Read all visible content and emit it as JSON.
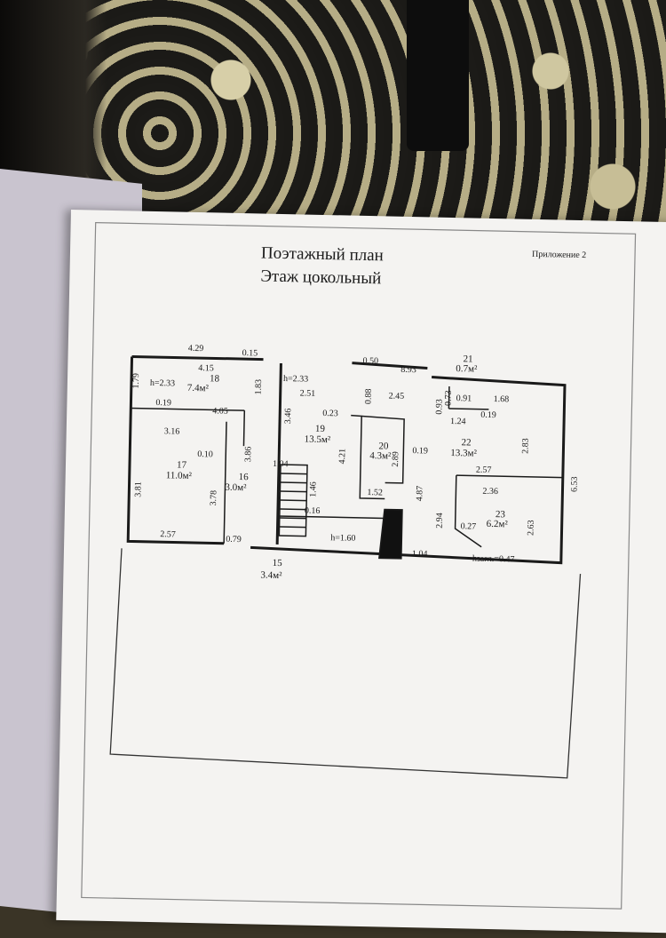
{
  "header": {
    "title_line1": "Поэтажный план",
    "title_line2": "Этаж цокольный",
    "appendix": "Приложение 2"
  },
  "rooms": [
    {
      "id": "room-18",
      "number": "18",
      "area": "7.4м²"
    },
    {
      "id": "room-17",
      "number": "17",
      "area": "11.0м²"
    },
    {
      "id": "room-16",
      "number": "16",
      "area": "3.0м²"
    },
    {
      "id": "room-19",
      "number": "19",
      "area": "13.5м²"
    },
    {
      "id": "room-20",
      "number": "20",
      "area": "4.3м²"
    },
    {
      "id": "room-21",
      "number": "21",
      "area": "0.7м²"
    },
    {
      "id": "room-22",
      "number": "22",
      "area": "13.3м²"
    },
    {
      "id": "room-23",
      "number": "23",
      "area": "6.2м²"
    },
    {
      "id": "room-15",
      "number": "15",
      "area": "3.4м²"
    }
  ],
  "dimensions": {
    "d429": "4.29",
    "d415": "4.15",
    "d015": "0.15",
    "h233a": "h=2.33",
    "d179": "1.79",
    "d183": "1.83",
    "d019a": "0.19",
    "d405": "4.05",
    "d316": "3.16",
    "d010": "0.10",
    "d386": "3.86",
    "d381": "3.81",
    "d378": "3.78",
    "d257a": "2.57",
    "d079": "0.79",
    "h233b": "h=2.33",
    "d251": "2.51",
    "d346": "3.46",
    "d023": "0.23",
    "d104a": "1.04",
    "d146": "1.46",
    "d016": "0.16",
    "h160": "h=1.60",
    "d050": "0.50",
    "d088": "0.88",
    "d245": "2.45",
    "d421": "4.21",
    "d289": "2.89",
    "d152": "1.52",
    "d487": "4.87",
    "d019b": "0.19",
    "d104b": "1.04",
    "d893": "8.93",
    "d073": "0.73",
    "d093": "0.93",
    "d091": "0.91",
    "d168": "1.68",
    "d124": "1.24",
    "d019c": "0.19",
    "d283": "2.83",
    "d257b": "2.57",
    "d236": "2.36",
    "d294": "2.94",
    "d027": "0.27",
    "d263": "2.63",
    "d653": "6.53",
    "hzagl": "hзагл.=0.47"
  }
}
